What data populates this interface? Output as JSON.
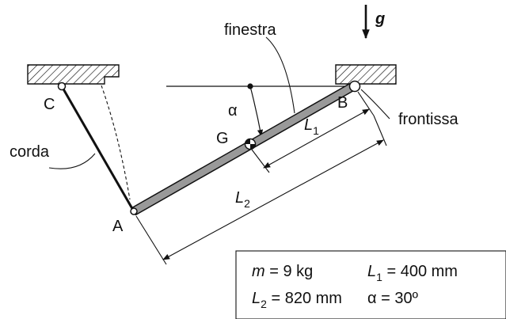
{
  "labels": {
    "gravity": "g",
    "window": "finestra",
    "hinge": "frontissa",
    "rope": "corda",
    "alpha": "α",
    "point_A": "A",
    "point_B": "B",
    "point_C": "C",
    "point_G": "G",
    "L1": "L",
    "L1_sub": "1",
    "L2": "L",
    "L2_sub": "2"
  },
  "data_box": {
    "m_sym": "m",
    "m_val": " = 9 kg",
    "L1_sym": "L",
    "L1_sub": "1",
    "L1_val": " = 400 mm",
    "L2_sym": "L",
    "L2_sub": "2",
    "L2_val": " = 820 mm",
    "alpha_val": "α = 30º"
  },
  "colors": {
    "bar_fill": "#999999",
    "line": "#111111"
  }
}
